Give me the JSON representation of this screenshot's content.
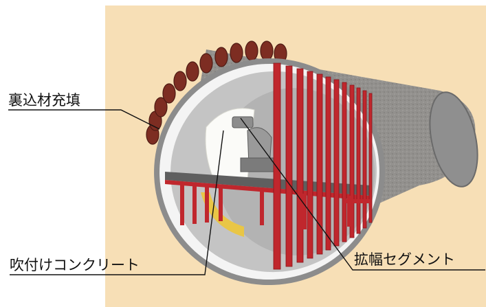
{
  "labels": {
    "backfill": "裏込材充填",
    "shotcrete": "吹付けコンクリート",
    "segment": "拡幅セグメント"
  },
  "colors": {
    "background_panel": "#f7dfb6",
    "lining_outer": "#8c8c8c",
    "lining_inner": "#f4f4f4",
    "tunnel_interior": "#c9c9c9",
    "steel_frame": "#c0272d",
    "pipe_roof": "#7d2d22",
    "deck": "#5f5f5f",
    "shotcrete_face": "#fbfbf8"
  }
}
